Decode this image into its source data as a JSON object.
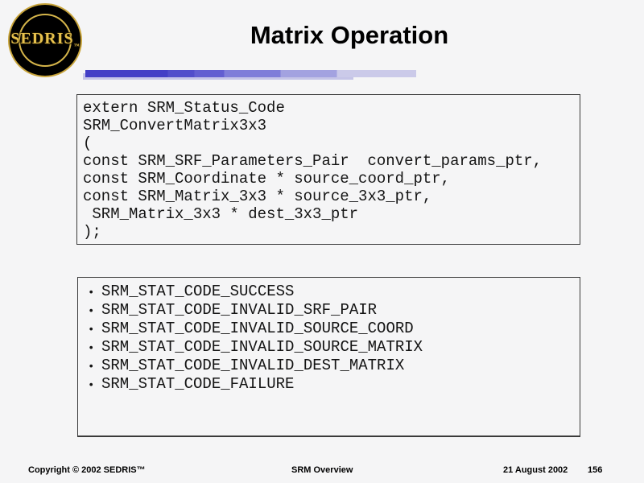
{
  "slide": {
    "title": "Matrix Operation",
    "logo_text": "SEDRIS",
    "logo_tm": "™"
  },
  "code_block": {
    "lines": [
      "extern SRM_Status_Code",
      "SRM_ConvertMatrix3x3",
      "(",
      "const SRM_SRF_Parameters_Pair  convert_params_ptr,",
      "const SRM_Coordinate * source_coord_ptr,",
      "const SRM_Matrix_3x3 * source_3x3_ptr,",
      " SRM_Matrix_3x3 * dest_3x3_ptr",
      ");"
    ]
  },
  "status_list": {
    "bullet": "•",
    "items": [
      "SRM_STAT_CODE_SUCCESS",
      "SRM_STAT_CODE_INVALID_SRF_PAIR",
      "SRM_STAT_CODE_INVALID_SOURCE_COORD",
      "SRM_STAT_CODE_INVALID_SOURCE_MATRIX",
      "SRM_STAT_CODE_INVALID_DEST_MATRIX",
      "SRM_STAT_CODE_FAILURE"
    ]
  },
  "footer": {
    "copyright": "Copyright © 2002 SEDRIS™",
    "center": "SRM Overview",
    "date": "21 August 2002",
    "page": "156"
  },
  "colors": {
    "background": "#f5f5f6",
    "accent_dark": "#433ec6",
    "accent_light": "#cbcae9",
    "logo_gold": "#e6c14d",
    "box_border": "#3a3a3a"
  }
}
